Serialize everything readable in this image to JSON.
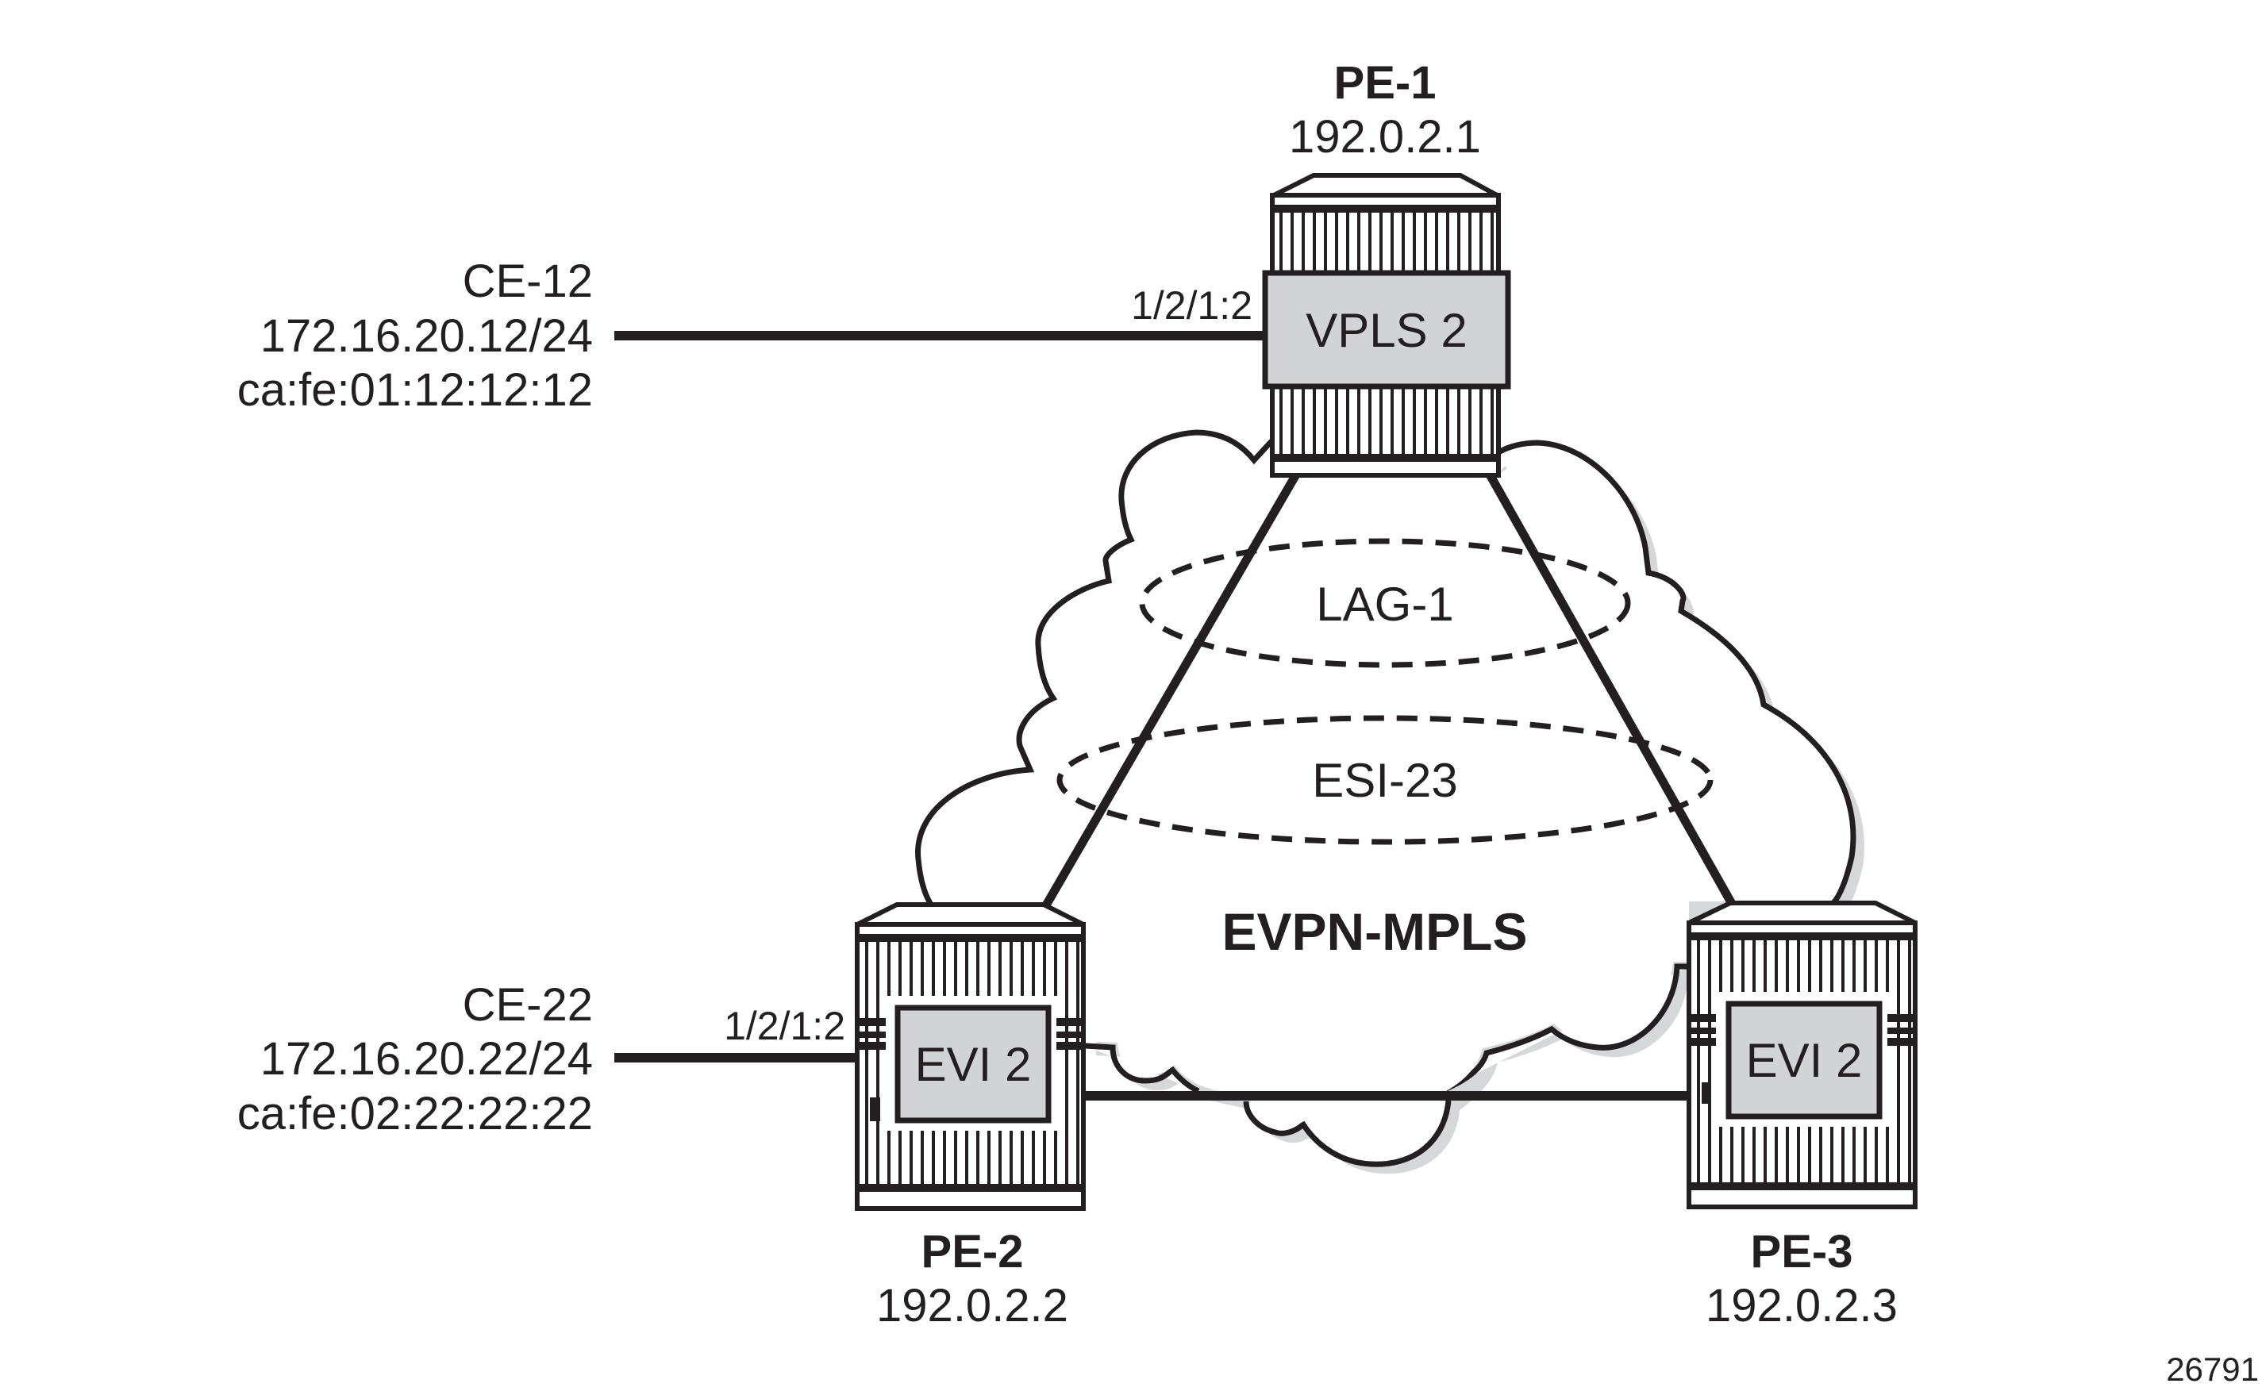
{
  "figure_id": "26791",
  "network": {
    "label": "EVPN-MPLS"
  },
  "groups": [
    {
      "id": "lag",
      "label": "LAG-1"
    },
    {
      "id": "esi",
      "label": "ESI-23"
    }
  ],
  "routers": [
    {
      "id": "pe1",
      "name": "PE-1",
      "ip": "192.0.2.1",
      "service": "VPLS 2"
    },
    {
      "id": "pe2",
      "name": "PE-2",
      "ip": "192.0.2.2",
      "service": "EVI 2"
    },
    {
      "id": "pe3",
      "name": "PE-3",
      "ip": "192.0.2.3",
      "service": "EVI 2"
    }
  ],
  "ces": [
    {
      "id": "ce12",
      "name": "CE-12",
      "ip": "172.16.20.12/24",
      "mac": "ca:fe:01:12:12:12",
      "port": "1/2/1:2"
    },
    {
      "id": "ce22",
      "name": "CE-22",
      "ip": "172.16.20.22/24",
      "mac": "ca:fe:02:22:22:22",
      "port": "1/2/1:2"
    }
  ],
  "colors": {
    "ink": "#231f20",
    "service_fill": "#d1d3d4",
    "shadow": "#c7c8ca",
    "shadow_light": "#dcdddf"
  }
}
